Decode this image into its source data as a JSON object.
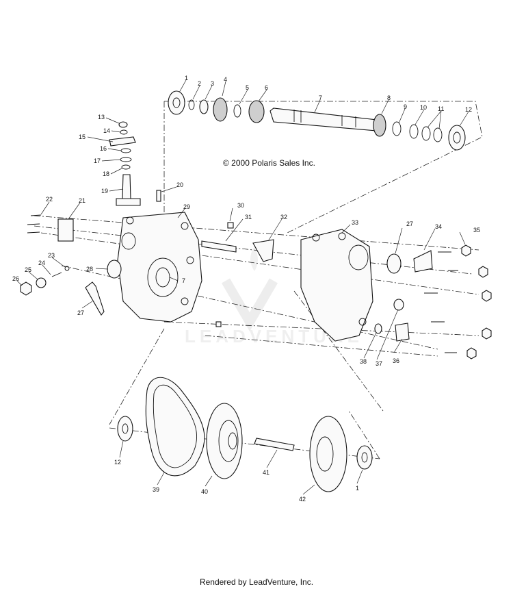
{
  "copyright": "© 2000 Polaris Sales Inc.",
  "watermark": "LEADVENTURE",
  "footer": "Rendered by LeadVenture, Inc.",
  "callouts": [
    "1",
    "2",
    "3",
    "4",
    "5",
    "6",
    "7",
    "8",
    "9",
    "10",
    "11",
    "12",
    "13",
    "14",
    "15",
    "16",
    "17",
    "18",
    "19",
    "20",
    "21",
    "22",
    "23",
    "24",
    "25",
    "26",
    "27",
    "28",
    "29",
    "30",
    "31",
    "32",
    "33",
    "34",
    "35",
    "27",
    "7",
    "36",
    "37",
    "38",
    "12",
    "39",
    "40",
    "41",
    "42",
    "1"
  ]
}
